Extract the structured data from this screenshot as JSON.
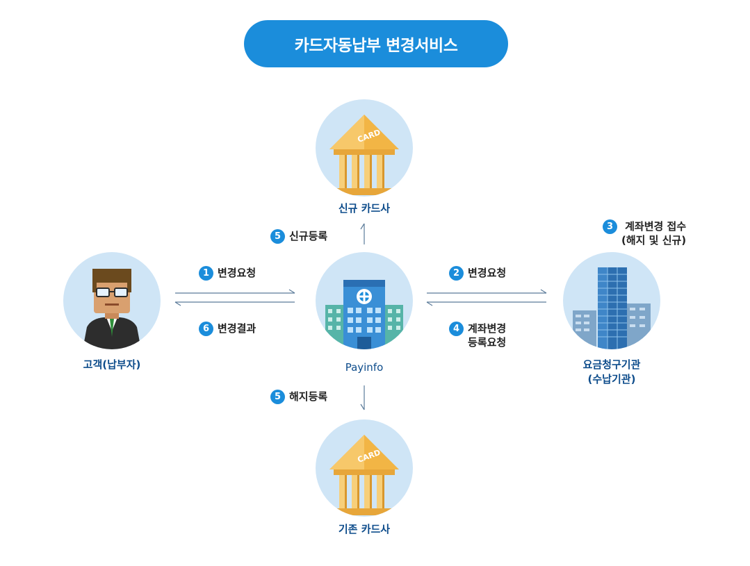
{
  "title": "카드자동납부 변경서비스",
  "nodes": {
    "new_card": "신규 카드사",
    "old_card": "기존 카드사",
    "customer": "고객(납부자)",
    "payinfo": "Payinfo",
    "biller_line1": "요금청구기관",
    "biller_line2": "(수납기관)"
  },
  "card_text": "CARD",
  "steps": [
    {
      "num": "1",
      "text": "변경요청"
    },
    {
      "num": "2",
      "text": "변경요청"
    },
    {
      "num": "3",
      "line1": "계좌변경 접수",
      "line2": "(해지 및 신규)"
    },
    {
      "num": "4",
      "line1": "계좌변경",
      "line2": "등록요청"
    },
    {
      "num": "5",
      "text": "신규등록"
    },
    {
      "num": "5",
      "text": "해지등록"
    },
    {
      "num": "6",
      "text": "변경결과"
    }
  ],
  "colors": {
    "accent": "#1b8ddb",
    "label": "#0d4c8b",
    "circle": "#cfe5f6",
    "arrow": "#5a7a99"
  }
}
